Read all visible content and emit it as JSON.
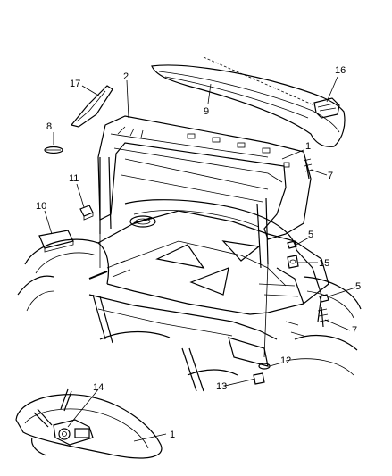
{
  "callouts": [
    {
      "id": "c1a",
      "text": "1"
    },
    {
      "id": "c1b",
      "text": "1"
    },
    {
      "id": "c2",
      "text": "2"
    },
    {
      "id": "c5a",
      "text": "5"
    },
    {
      "id": "c5b",
      "text": "5"
    },
    {
      "id": "c7a",
      "text": "7"
    },
    {
      "id": "c7b",
      "text": "7"
    },
    {
      "id": "c8",
      "text": "8"
    },
    {
      "id": "c9",
      "text": "9"
    },
    {
      "id": "c10",
      "text": "10"
    },
    {
      "id": "c11",
      "text": "11"
    },
    {
      "id": "c12",
      "text": "12"
    },
    {
      "id": "c13",
      "text": "13"
    },
    {
      "id": "c14",
      "text": "14"
    },
    {
      "id": "c15",
      "text": "15"
    },
    {
      "id": "c16",
      "text": "16"
    },
    {
      "id": "c17",
      "text": "17"
    }
  ]
}
